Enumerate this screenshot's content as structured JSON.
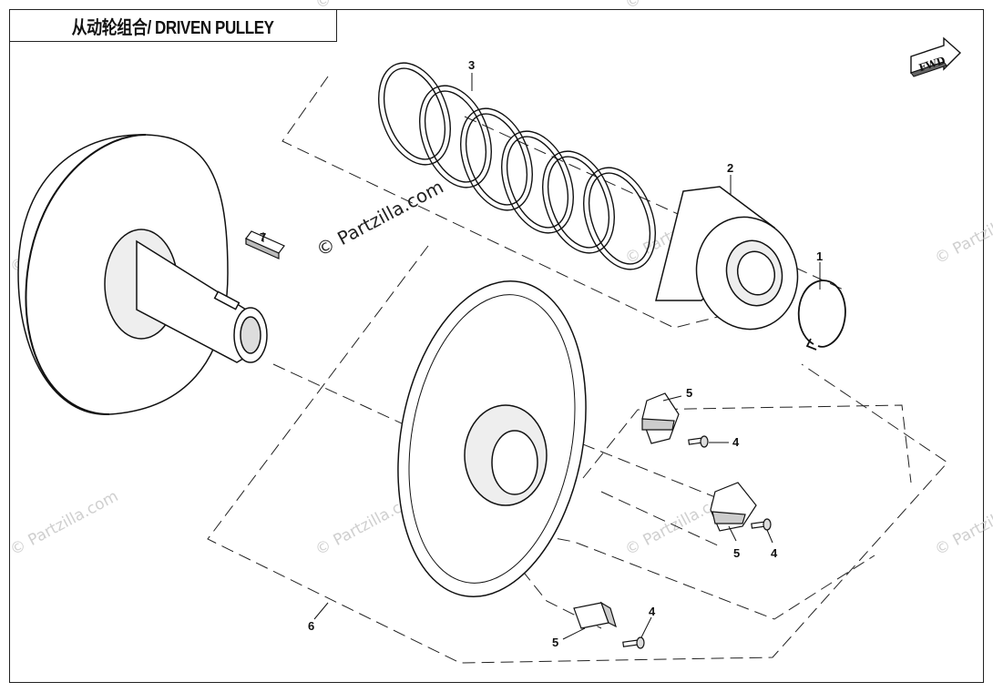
{
  "title": "从动轮组合/ DRIVEN PULLEY",
  "fwd_label": "FWD",
  "watermark": "© Partzilla.com",
  "callouts": {
    "c1": "1",
    "c2": "2",
    "c3": "3",
    "c4a": "4",
    "c4b": "4",
    "c4c": "4",
    "c5a": "5",
    "c5b": "5",
    "c5c": "5",
    "c6": "6",
    "c7": "7"
  }
}
